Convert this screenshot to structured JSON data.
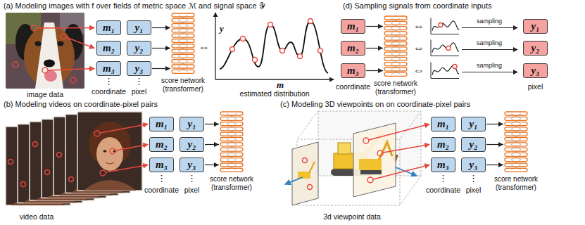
{
  "diagram": {
    "nodes": [
      {
        "text": [
          "m₁"
        ]
      },
      {
        "text": [
          "y₁"
        ]
      },
      {
        "text": [
          "m₂"
        ]
      },
      {
        "text": [
          "y₂"
        ]
      },
      {
        "text": [
          "m₃"
        ]
      },
      {
        "text": [
          "y₃"
        ]
      },
      {
        "text": [
          "score network (transformer)"
        ]
      },
      {
        "text": [
          "m₁"
        ]
      },
      {
        "text": [
          "m₂"
        ]
      },
      {
        "text": [
          "m₃"
        ]
      },
      {
        "text": [
          "score network (transformer)"
        ]
      },
      {
        "text": [
          "y₁"
        ]
      },
      {
        "text": [
          "y₂"
        ]
      },
      {
        "text": [
          "y₃"
        ]
      },
      {
        "text": [
          "m₁"
        ]
      },
      {
        "text": [
          "y₁"
        ]
      },
      {
        "text": [
          "m₂"
        ]
      },
      {
        "text": [
          "y₂"
        ]
      },
      {
        "text": [
          "m₃"
        ]
      },
      {
        "text": [
          "y₃"
        ]
      },
      {
        "text": [
          "score network (transformer)"
        ]
      },
      {
        "text": [
          "m₁"
        ]
      },
      {
        "text": [
          "y₁"
        ]
      },
      {
        "text": [
          "m₂"
        ]
      },
      {
        "text": [
          "y₂"
        ]
      },
      {
        "text": [
          "m₃"
        ]
      },
      {
        "text": [
          "y₃"
        ]
      },
      {
        "text": [
          "score network (transformer)"
        ]
      }
    ],
    "edges": [
      {
        "from": 1,
        "to": 6,
        "arrow": "to"
      },
      {
        "from": 3,
        "to": 6,
        "arrow": "to"
      },
      {
        "from": 5,
        "to": 6,
        "arrow": "to"
      },
      {
        "from": 7,
        "to": 10,
        "arrow": "to"
      },
      {
        "from": 8,
        "to": 10,
        "arrow": "to"
      },
      {
        "from": 9,
        "to": 10,
        "arrow": "to"
      },
      {
        "from": 15,
        "to": 20,
        "arrow": "to"
      },
      {
        "from": 17,
        "to": 20,
        "arrow": "to"
      },
      {
        "from": 19,
        "to": 20,
        "arrow": "to"
      },
      {
        "from": 22,
        "to": 27,
        "arrow": "to"
      },
      {
        "from": 24,
        "to": 27,
        "arrow": "to"
      },
      {
        "from": 26,
        "to": 27,
        "arrow": "to"
      }
    ],
    "labels": [
      "(a) Modeling images with f over fields of metric space ℳ and signal space 𝒴",
      "image data",
      "coordinate",
      "pixel",
      "⋮",
      "⋮",
      "⇔",
      "y",
      "m",
      "estimated distribution",
      "(d) Sampling signals from coordinate inputs",
      "coordinate",
      "⇔",
      "⇔",
      "⇔",
      "sampling",
      "sampling",
      "sampling",
      "pixel",
      "(b) Modeling videos on coordinate-pixel pairs",
      "video data",
      "coordinate",
      "pixel",
      "⋮",
      "⋮",
      "(c) Modeling 3D viewpoints on on coordinate-pixel pairs",
      "3d viewpoint data",
      "coordinate",
      "pixel",
      "⋮",
      "⋮"
    ]
  }
}
